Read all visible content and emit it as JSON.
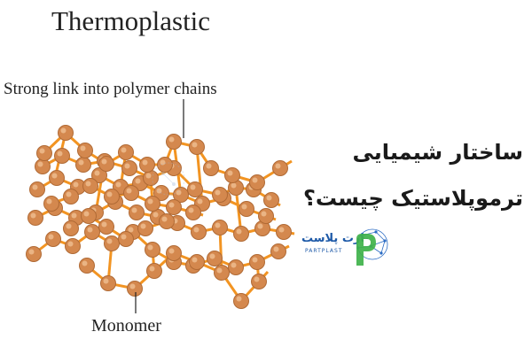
{
  "diagram": {
    "title": "Thermoplastic",
    "label_top": "Strong link into polymer chains",
    "label_bottom": "Monomer",
    "bond_color": "#f29422",
    "monomer_fill": "#d4884e",
    "monomer_stroke": "#b06a35"
  },
  "article": {
    "line1": "ساختار شیمیایی",
    "line2": "ترموپلاستیک چیست؟"
  },
  "brand": {
    "name": "پارت پلاست",
    "sub": "PARTPLAST",
    "color": "#1e5aa8",
    "logo_icon": "network-p-logo-icon"
  }
}
